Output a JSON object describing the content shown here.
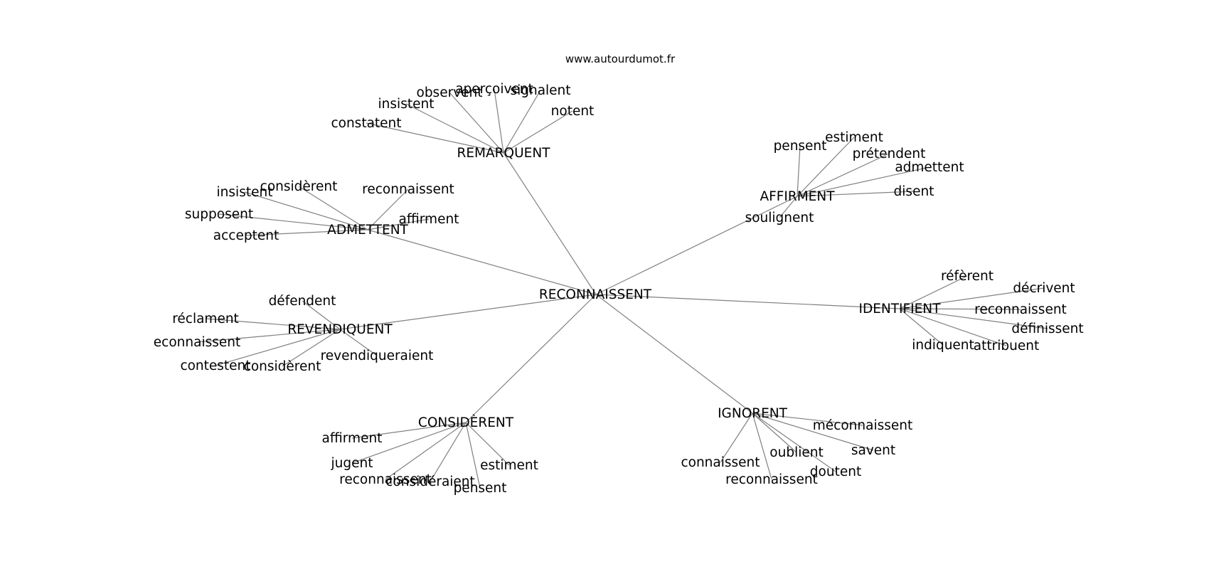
{
  "site": "www.autourdumot.fr",
  "center": "RECONNAISSENT",
  "groups": [
    {
      "hub": "REMARQUENT",
      "leaves": [
        "constatent",
        "insistent",
        "observent",
        "aperçoivent",
        "signalent",
        "notent"
      ]
    },
    {
      "hub": "ADMETTENT",
      "leaves": [
        "considèrent",
        "reconnaissent",
        "insistent",
        "supposent",
        "affirment",
        "acceptent"
      ]
    },
    {
      "hub": "AFFIRMENT",
      "leaves": [
        "pensent",
        "estiment",
        "prétendent",
        "admettent",
        "disent",
        "soulignent"
      ]
    },
    {
      "hub": "REVENDIQUENT",
      "leaves": [
        "défendent",
        "réclament",
        "econnaissent",
        "contestent",
        "considèrent",
        "revendiqueraient"
      ]
    },
    {
      "hub": "IDENTIFIENT",
      "leaves": [
        "réfèrent",
        "décrivent",
        "reconnaissent",
        "définissent",
        "indiquent",
        "attribuent"
      ]
    },
    {
      "hub": "CONSIDÈRENT",
      "leaves": [
        "affirment",
        "jugent",
        "reconnaissent",
        "considéraient",
        "pensent",
        "estiment"
      ]
    },
    {
      "hub": "IGNORENT",
      "leaves": [
        "méconnaissent",
        "savent",
        "oublient",
        "doutent",
        "connaissent",
        "reconnaissent"
      ]
    }
  ]
}
